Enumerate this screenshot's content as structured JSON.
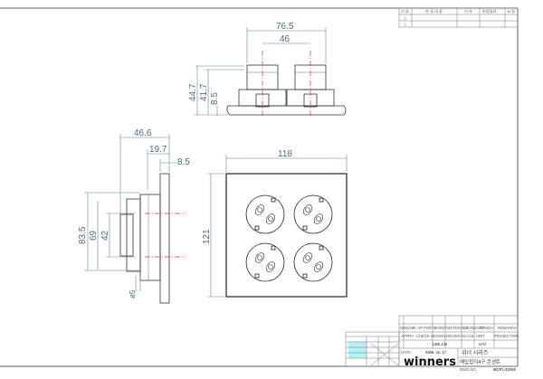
{
  "revision_table": {
    "headers": [
      "기 호",
      "변 경 내 용",
      "이 유",
      "변경일자",
      "서 명"
    ],
    "marks": [
      "△",
      "△"
    ]
  },
  "dimensions": {
    "top_view": {
      "overall_width": "76.5",
      "center_distance": "46",
      "height_total": "44.7",
      "height_body": "41.7",
      "plate_thickness": "8.5"
    },
    "side_view": {
      "depth_total": "46.6",
      "depth_front": "19.7",
      "plate_thickness": "8.5",
      "height_outer": "83.5",
      "height_body": "69",
      "center_distance": "42",
      "hole_dia": "ø5"
    },
    "front_view": {
      "width": "118",
      "height": "121"
    }
  },
  "title_block": {
    "row_parts": [
      "NO",
      "NAME OF PARTS",
      "SHEET",
      "MATERIALS",
      "STANDARD",
      "FINISH",
      "REMARKS"
    ],
    "row_roles": [
      "APPRV",
      "CHECK",
      "DESIGN",
      "DRAWN",
      "SCALE",
      "UNIT",
      "PROJECTION"
    ],
    "designer": "LEE.J.H",
    "unit": "M/M",
    "date_label": "DATE",
    "date": "2006. 11. 17",
    "series": "위너 시리즈",
    "product": "매입접지4구 콘센트",
    "dwg_label": "DWG.NO",
    "dwg_no": "MCP1-22008",
    "logo": "winners"
  },
  "colors": {
    "centerline": "#e0303a",
    "dimension": "#5a8796"
  }
}
